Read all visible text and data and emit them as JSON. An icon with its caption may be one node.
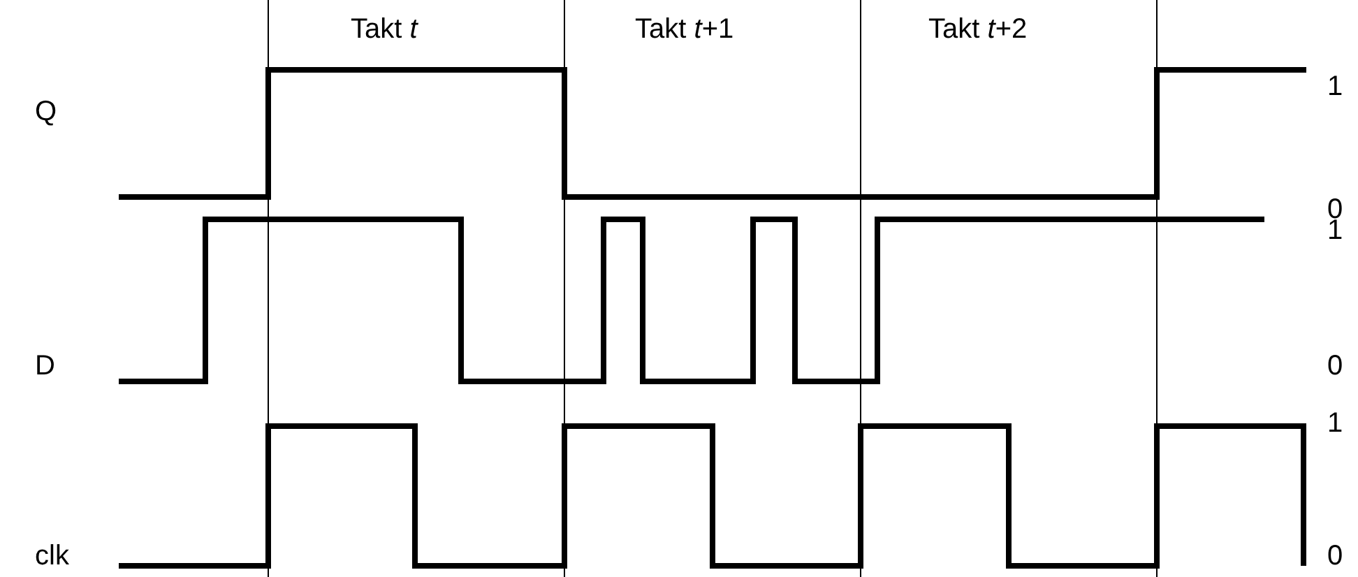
{
  "diagram": {
    "labels": [
      "Takt *t*",
      "Takt *t*+1",
      "Takt *t*+2",
      "1",
      "Q",
      "0",
      "1",
      "D",
      "0",
      "1",
      "clk",
      "0"
    ]
  }
}
